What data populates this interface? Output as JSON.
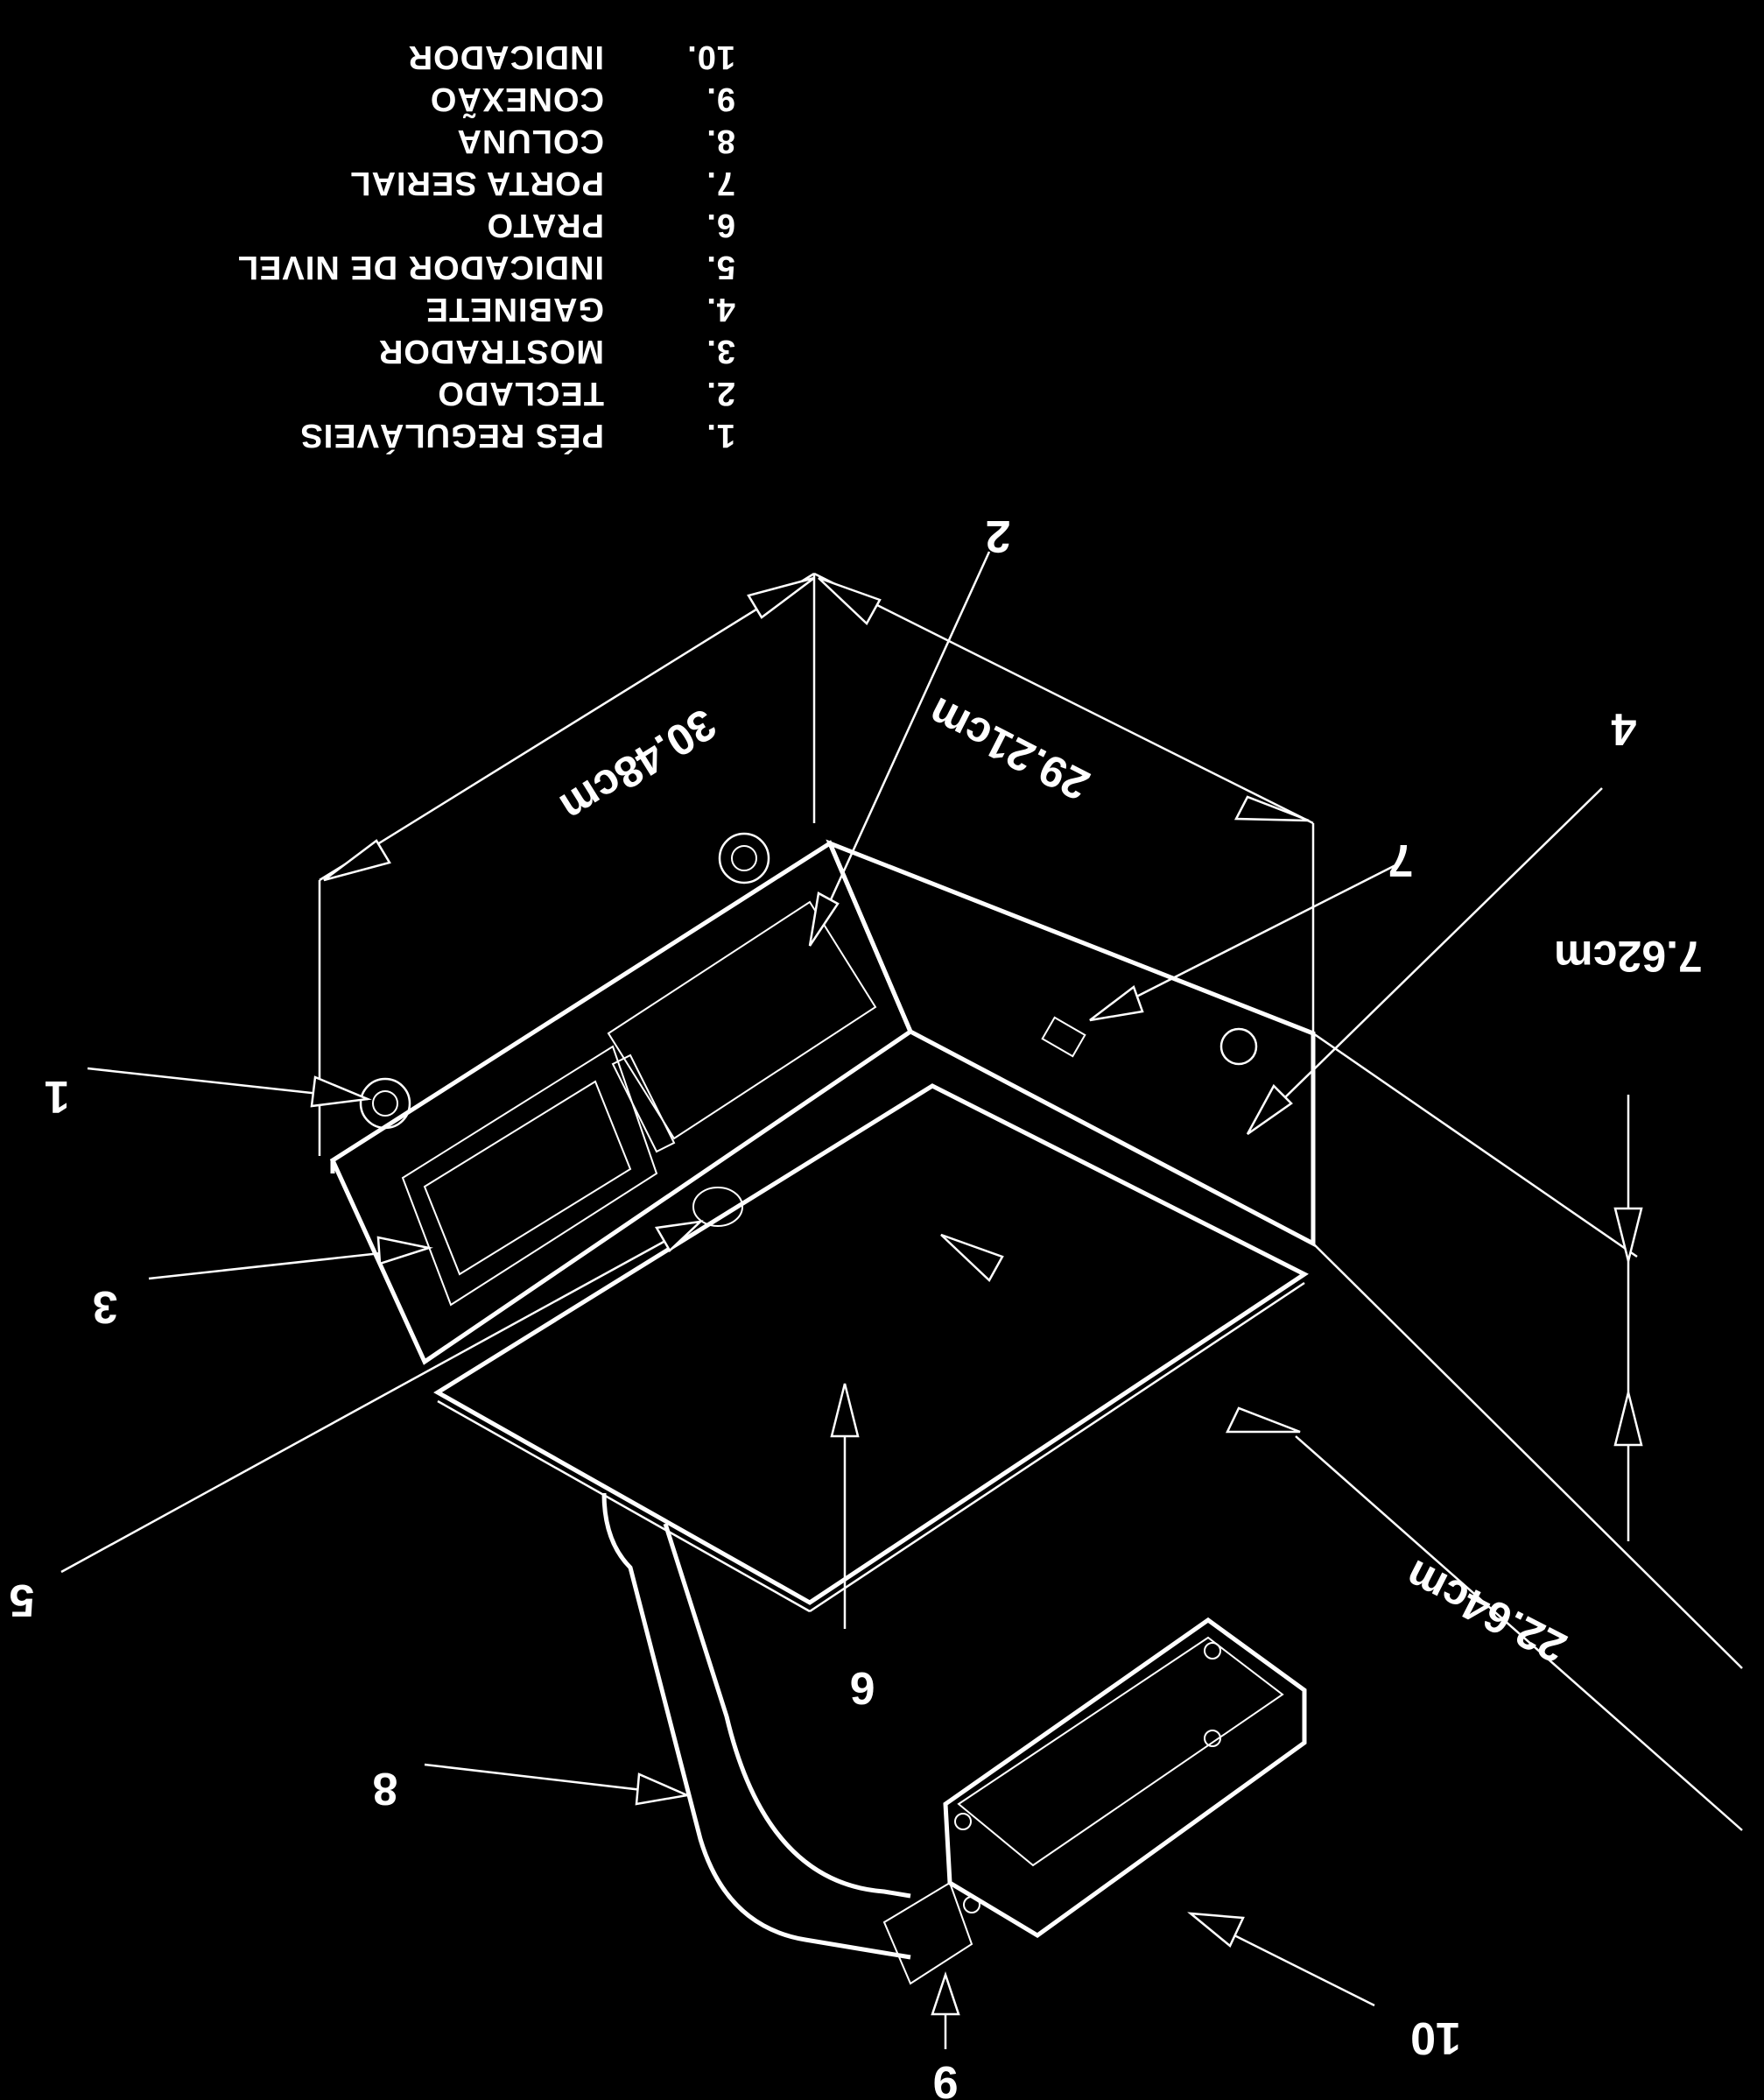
{
  "legend": [
    {
      "number": "1.",
      "label": "PÉS REGULÁVEIS"
    },
    {
      "number": "2.",
      "label": "TECLADO"
    },
    {
      "number": "3.",
      "label": "MOSTRADOR"
    },
    {
      "number": "4.",
      "label": "GABINETE"
    },
    {
      "number": "5.",
      "label": "INDICADOR DE NIVEL"
    },
    {
      "number": "6.",
      "label": "PRATO"
    },
    {
      "number": "7.",
      "label": "PORTA SERIAL"
    },
    {
      "number": "8.",
      "label": "COLUNA"
    },
    {
      "number": "9.",
      "label": "CONEXÃO"
    },
    {
      "number": "10.",
      "label": "INDICADOR"
    }
  ],
  "callouts": [
    "1",
    "2",
    "3",
    "4",
    "5",
    "6",
    "7",
    "8",
    "9",
    "10"
  ],
  "dimensions": {
    "width": "30.48cm",
    "depth": "29.21cm",
    "height": "7.62cm",
    "length": "22.64cm"
  }
}
